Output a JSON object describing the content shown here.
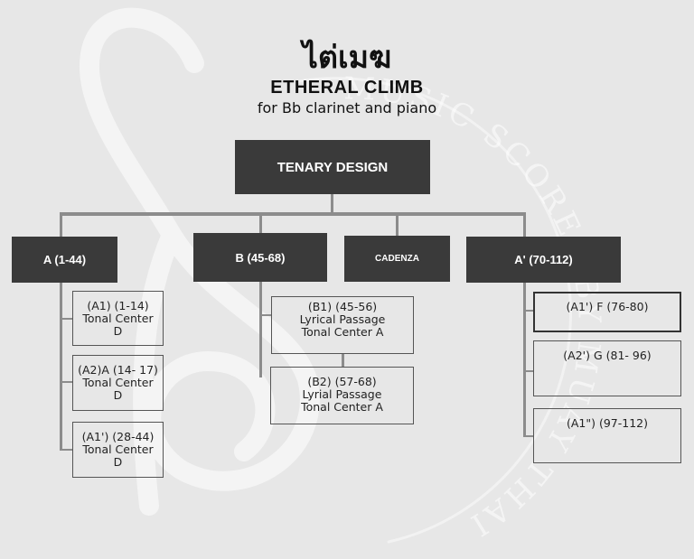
{
  "header": {
    "thai_title": "ไต่เมฆ",
    "title": "ETHERAL CLIMB",
    "subtitle": "for Bb clarinet and piano"
  },
  "watermark": {
    "text": "MUSIC SCORES BY MUAY THAI"
  },
  "root": {
    "label": "TENARY DESIGN"
  },
  "sections": {
    "a": {
      "label": "A (1-44)",
      "items": [
        {
          "lines": [
            "(A1) (1-14)",
            "Tonal Center",
            "D"
          ]
        },
        {
          "lines": [
            "(A2)A (14- 17)",
            "Tonal Center",
            "D"
          ]
        },
        {
          "lines": [
            "(A1') (28-44)",
            "Tonal Center",
            "D"
          ]
        }
      ]
    },
    "b": {
      "label": "B (45-68)",
      "items": [
        {
          "lines": [
            "(B1)  (45-56)",
            "Lyrical Passage",
            "Tonal Center A"
          ]
        },
        {
          "lines": [
            "(B2)  (57-68)",
            "Lyrial Passage",
            "Tonal Center A"
          ]
        }
      ]
    },
    "cadenza": {
      "label": "CADENZA"
    },
    "a_prime": {
      "label": "A' (70-112)",
      "items": [
        {
          "lines": [
            "(A1') F (76-80)"
          ]
        },
        {
          "lines": [
            "(A2') G (81- 96)"
          ]
        },
        {
          "lines": [
            "(A1\") (97-112)"
          ]
        }
      ]
    }
  },
  "colors": {
    "background": "#e7e7e7",
    "dark_box": "#3a3a3a",
    "connector": "#8c8c8c",
    "watermark": "#ffffff"
  }
}
